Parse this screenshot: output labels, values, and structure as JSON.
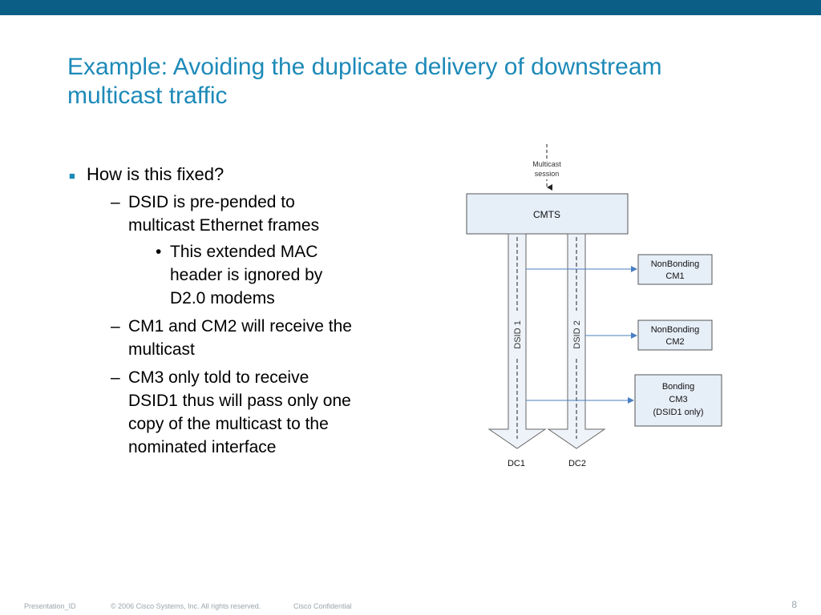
{
  "slide": {
    "title_line1": "Example: Avoiding the duplicate delivery of downstream",
    "title_line2": "multicast traffic",
    "bullet": "How is this fixed?",
    "sub1": {
      "line1": "DSID is pre-pended to",
      "line2": "multicast Ethernet frames"
    },
    "subsub1": {
      "line1": "This extended MAC",
      "line2": "header is ignored by",
      "line3": "D2.0 modems"
    },
    "sub2": {
      "line1": "CM1 and CM2 will receive the",
      "line2": "multicast"
    },
    "sub3": {
      "line1": "CM3 only told to receive",
      "line2": "DSID1 thus will pass only one",
      "line3": "copy of the multicast to the",
      "line4": "nominated interface"
    }
  },
  "diagram": {
    "session_line1": "Multicast",
    "session_line2": "session",
    "cmts": "CMTS",
    "dsid1": "DSID 1",
    "dsid2": "DSID 2",
    "cm1_line1": "NonBonding",
    "cm1_line2": "CM1",
    "cm2_line1": "NonBonding",
    "cm2_line2": "CM2",
    "cm3_line1": "Bonding",
    "cm3_line2": "CM3",
    "cm3_line3": "(DSID1 only)",
    "dc1": "DC1",
    "dc2": "DC2"
  },
  "footer": {
    "presentation_id": "Presentation_ID",
    "copyright": "© 2006 Cisco Systems, Inc. All rights reserved.",
    "confidential": "Cisco Confidential",
    "page": "8"
  },
  "colors": {
    "brand_bar": "#0b5f86",
    "title": "#1d8ab8",
    "box_fill": "#e6eef8",
    "arrow_line": "#4a7fc0"
  }
}
